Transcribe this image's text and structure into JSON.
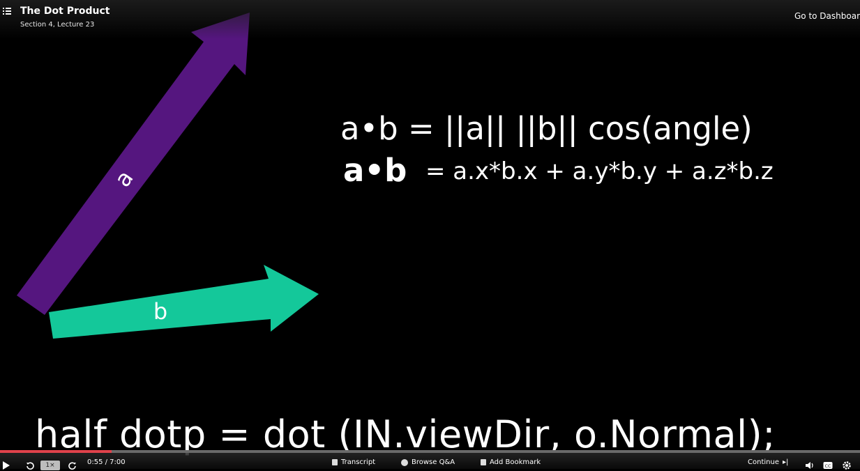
{
  "header": {
    "title": "The Dot Product",
    "subtitle": "Section 4, Lecture 23",
    "dashboard_link": "Go to Dashboar"
  },
  "video": {
    "vector_a_label": "a",
    "vector_b_label": "b",
    "vector_a_color": "#55167f",
    "vector_b_color": "#14c89a",
    "formula_line_1": "a•b = ||a|| ||b|| cos(angle)",
    "formula_line_2_lhs": "a•b",
    "formula_line_2_rhs": "= a.x*b.x + a.y*b.y + a.z*b.z",
    "caption_code": "half dotp = dot (IN.viewDir, o.Normal);"
  },
  "player": {
    "speed": "1×",
    "time": "0:55 / 7:00",
    "progress_percent": 13,
    "progress_color": "#e0424b",
    "transcript_label": "Transcript",
    "qa_label": "Browse Q&A",
    "bookmark_label": "Add Bookmark",
    "continue_label": "Continue"
  }
}
